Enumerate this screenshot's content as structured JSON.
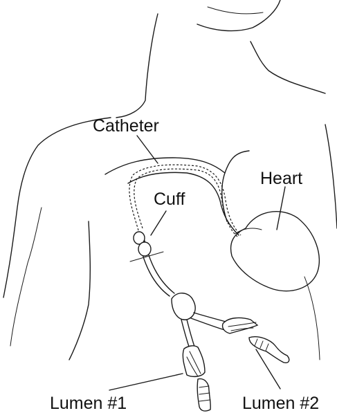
{
  "labels": {
    "catheter": "Catheter",
    "heart": "Heart",
    "cuff": "Cuff",
    "lumen1": "Lumen #1",
    "lumen2": "Lumen #2"
  },
  "colors": {
    "ink": "#1a1a1a",
    "background": "#ffffff"
  }
}
